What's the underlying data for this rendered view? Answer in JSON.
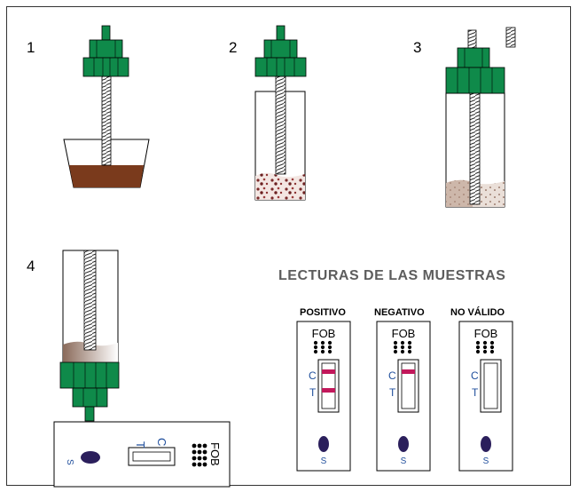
{
  "steps": [
    {
      "number": "1"
    },
    {
      "number": "2"
    },
    {
      "number": "3"
    },
    {
      "number": "4"
    }
  ],
  "readings": {
    "title": "LECTURAS  DE LAS MUESTRAS",
    "cards": [
      {
        "label": "POSITIVO",
        "brand": "FOB",
        "c_mark": "C",
        "t_mark": "T",
        "sample_mark": "S",
        "c_line": true,
        "t_line": true
      },
      {
        "label": "NEGATIVO",
        "brand": "FOB",
        "c_mark": "C",
        "t_mark": "T",
        "sample_mark": "S",
        "c_line": true,
        "t_line": false
      },
      {
        "label": "NO VÁLIDO",
        "brand": "FOB",
        "c_mark": "C",
        "t_mark": "T",
        "sample_mark": "S",
        "c_line": false,
        "t_line": false
      }
    ]
  },
  "device": {
    "brand": "FOB",
    "c_mark": "C",
    "t_mark": "T",
    "sample_mark": "S"
  },
  "colors": {
    "cap_green": "#0f8a4a",
    "stool_brown": "#7a3a1c",
    "line_magenta": "#c2185b",
    "well_navy": "#2b1f5c",
    "mark_blue": "#1f4e9c"
  }
}
